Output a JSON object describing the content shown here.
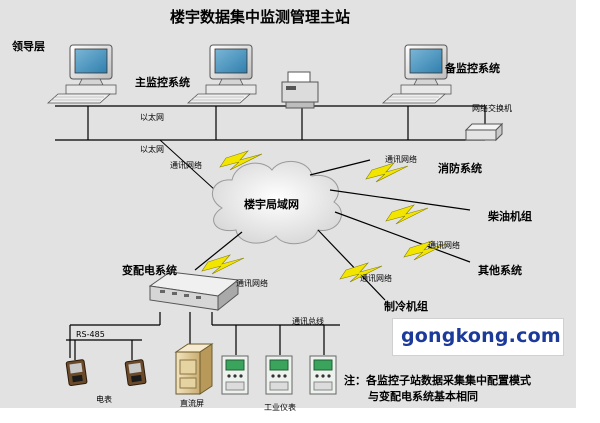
{
  "diagram": {
    "title": "楼宇数据集中监测管理主站",
    "left_label": "领导层",
    "main_monitor": "主监控系统",
    "backup_monitor": "备监控系统",
    "switch": "网络交换机",
    "ethernet_1": "以太网",
    "ethernet_2": "以太网",
    "cloud": "楼宇局域网",
    "comm_link": "通讯网络",
    "fire": "消防系统",
    "diesel": "柴油机组",
    "other": "其他系统",
    "cooling": "制冷机组",
    "substation": "变配电系统",
    "rs485": "RS-485",
    "comm_bus": "通讯总线",
    "meter": "电表",
    "dc_panel": "直流屏",
    "instrument": "工业仪表",
    "brand": "gongkong.com",
    "note_line1": "注：各监控子站数据采集集中配置模式",
    "note_line2": "与变配电系统基本相同"
  },
  "colors": {
    "background": "#e2e2e2",
    "bolt": "#f2e600",
    "brand_text": "#1b3a9a",
    "monitor_screen": "#2f7fae"
  },
  "icons": [
    "desktop-computer-icon",
    "printer-icon",
    "network-switch-icon",
    "cloud-icon",
    "lightning-bolt-icon",
    "data-collector-icon",
    "electric-meter-icon",
    "dc-cabinet-icon",
    "instrument-panel-icon"
  ]
}
